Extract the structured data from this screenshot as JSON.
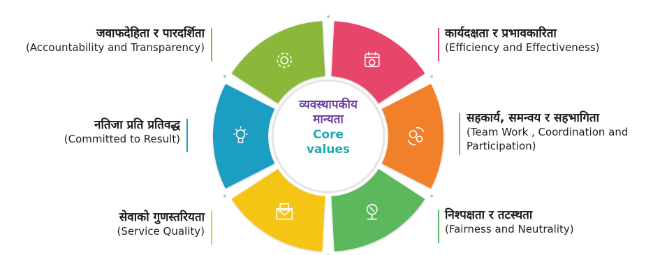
{
  "center": {
    "line1": "व्यवस्थापकीय",
    "line2": "मान्यता",
    "line3": "Core",
    "line4": "values"
  },
  "segments": [
    {
      "id": "accountability",
      "nepali": "जवाफदेहिता र पारदर्शिता",
      "english": "(Accountability and Transparency)",
      "color": "#8bb83a",
      "icon": "gear-icon"
    },
    {
      "id": "efficiency",
      "nepali": "कार्यदक्षता र प्रभावकारिता",
      "english": "(Efficiency and Effectiveness)",
      "color": "#e8456a",
      "icon": "calendar-icon"
    },
    {
      "id": "teamwork",
      "nepali": "सहकार्य, समन्वय र सहभागिता",
      "english_line1": "(Team Work , Coordination and",
      "english_line2": "Participation)",
      "color": "#f0802a",
      "icon": "cycle-icon"
    },
    {
      "id": "fairness",
      "nepali": "निश्पक्षता र तटस्थता",
      "english": "(Fairness and Neutrality)",
      "color": "#5cb85c",
      "icon": "balance-icon"
    },
    {
      "id": "service",
      "nepali": "सेवाको गुणस्तरियता",
      "english": "(Service Quality)",
      "color": "#f5c518",
      "icon": "envelope-icon"
    },
    {
      "id": "result",
      "nepali": "नतिजा प्रति प्रतिवद्ध",
      "english": "(Committed to Result)",
      "color": "#1b9dc2",
      "icon": "lightbulb-icon"
    }
  ]
}
